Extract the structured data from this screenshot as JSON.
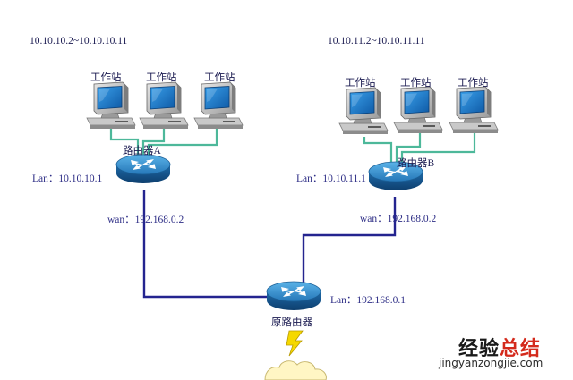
{
  "networks": {
    "left_range": "10.10.10.2~10.10.10.11",
    "right_range": "10.10.11.2~10.10.11.11"
  },
  "workstation_label": "工作站",
  "router_a": {
    "name": "路由器A",
    "lan": "Lan：10.10.10.1",
    "wan": "wan：192.168.0.2"
  },
  "router_b": {
    "name": "路由器B",
    "lan": "Lan：10.10.11.1",
    "wan": "wan：192.168.0.2"
  },
  "origin_router": {
    "name": "原路由器",
    "lan": "Lan：192.168.0.1"
  },
  "watermark": {
    "part1": "经验",
    "part2": "总结",
    "url": "jingyanzongjie.com"
  },
  "colors": {
    "uplink": "#24248f",
    "lan_cable": "#4db89a",
    "router_top": "#2d86c4",
    "router_side": "#14548a",
    "monitor_screen": "#1b74c2",
    "lightning": "#f5d800",
    "cloud": "#fff6c4",
    "watermark_dark": "#1a1a1a",
    "watermark_red": "#d42a1c"
  }
}
